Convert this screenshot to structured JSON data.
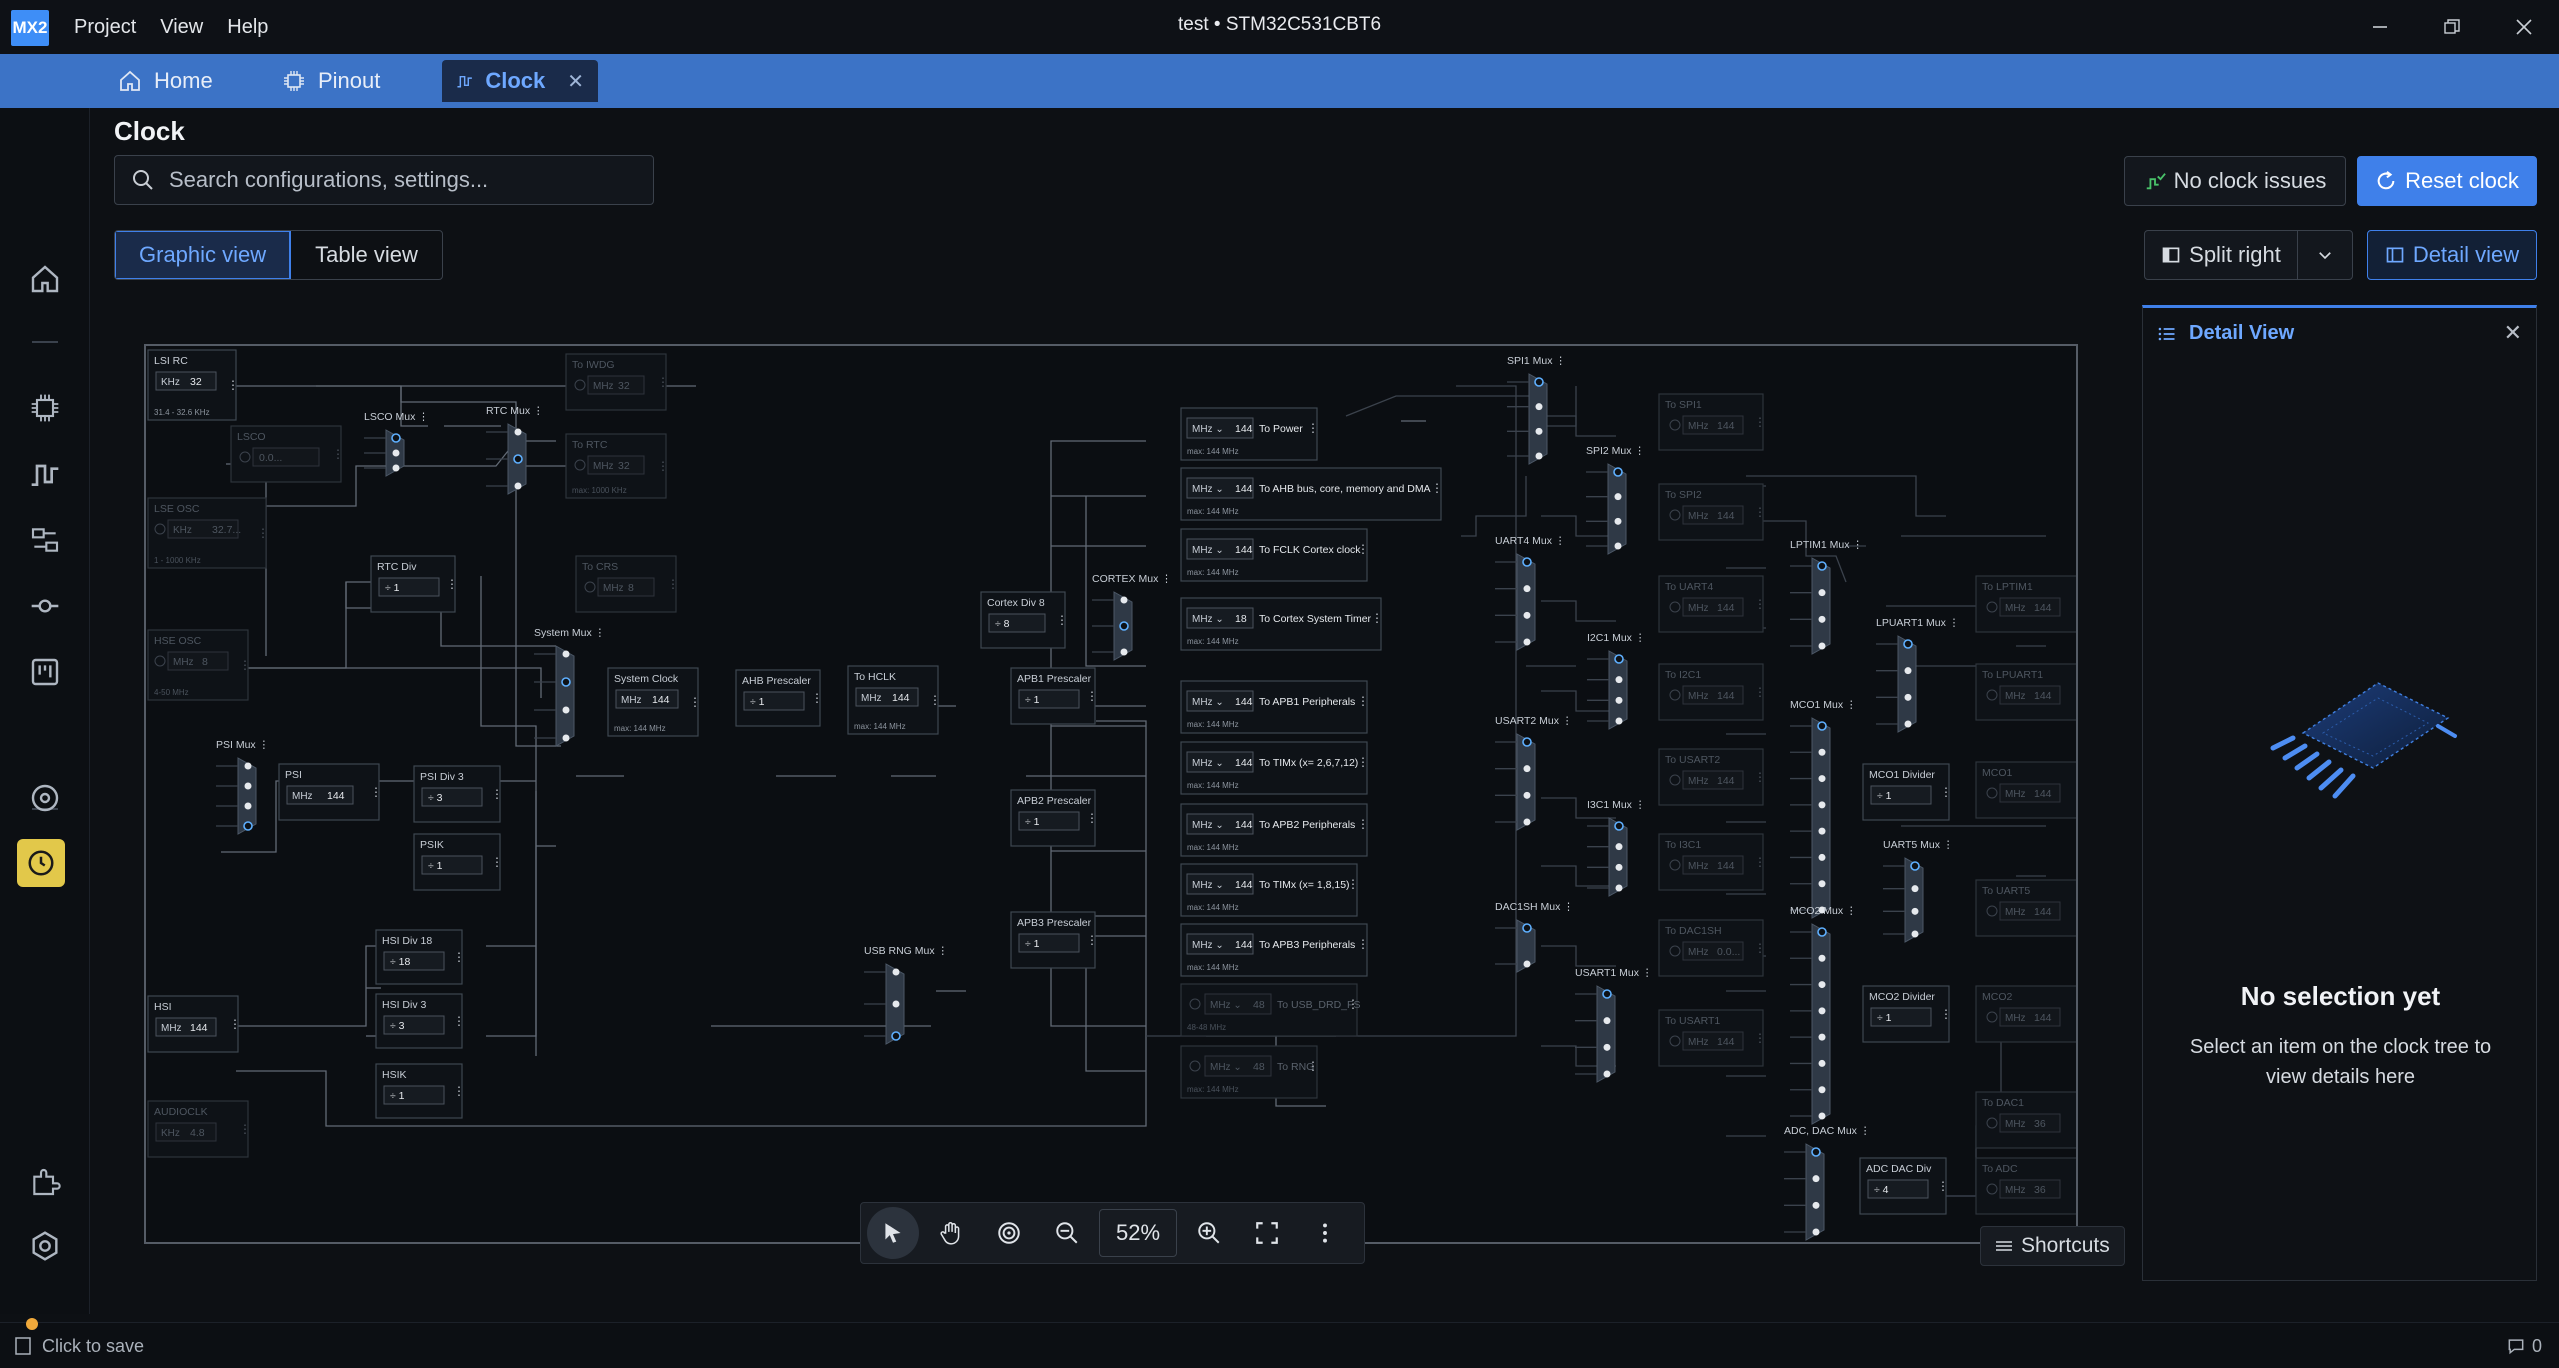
{
  "app": {
    "logo": "MX2",
    "menu": [
      "Project",
      "View",
      "Help"
    ],
    "window_title": "test  •  STM32C531CBT6"
  },
  "tabs": [
    {
      "label": "Home",
      "icon": "home-icon"
    },
    {
      "label": "Pinout",
      "icon": "chip-icon"
    },
    {
      "label": "Clock",
      "icon": "clock-wave-icon",
      "active": true
    }
  ],
  "page": {
    "title": "Clock",
    "search_placeholder": "Search configurations, settings...",
    "no_clock_issues": "No clock issues",
    "reset_clock": "Reset clock",
    "views": [
      "Graphic view",
      "Table view"
    ],
    "active_view": "Graphic view",
    "split_right": "Split right",
    "detail_view": "Detail view"
  },
  "canvas_toolbar": {
    "zoom": "52%",
    "shortcuts": "Shortcuts"
  },
  "detail": {
    "header": "Detail View",
    "empty_title": "No selection yet",
    "empty_text": "Select an item on the clock tree to view details here"
  },
  "status": {
    "save": "Click to save",
    "notifications": "0"
  },
  "clock_tree": {
    "sources": [
      {
        "name": "LSI RC",
        "value": "32",
        "unit": "KHz",
        "note": "31.4 - 32.6 KHz"
      },
      {
        "name": "LSE OSC",
        "value": "32.7...",
        "unit": "KHz",
        "note": "1 - 1000 KHz"
      },
      {
        "name": "HSE OSC",
        "value": "8",
        "unit": "MHz",
        "note": "4-50 MHz"
      },
      {
        "name": "PSI",
        "value": "144",
        "unit": "MHz"
      },
      {
        "name": "HSI",
        "value": "144",
        "unit": "MHz"
      },
      {
        "name": "AUDIOCLK",
        "value": "4.8",
        "unit": "KHz"
      }
    ],
    "blocks": [
      {
        "name": "LSCO",
        "value": "0.0..."
      },
      {
        "name": "RTC Div",
        "value": "÷ 1"
      },
      {
        "name": "PSI Div 3",
        "value": "÷ 3"
      },
      {
        "name": "PSIK",
        "value": "÷ 1"
      },
      {
        "name": "HSI Div 18",
        "value": "÷ 18"
      },
      {
        "name": "HSI Div 3",
        "value": "÷ 3"
      },
      {
        "name": "HSIK",
        "value": "÷ 1"
      },
      {
        "name": "System Clock",
        "value": "144",
        "note": "max: 144 MHz"
      },
      {
        "name": "AHB Prescaler",
        "value": "÷ 1"
      },
      {
        "name": "To HCLK",
        "value": "144",
        "note": "max: 144 MHz"
      },
      {
        "name": "Cortex Div 8",
        "value": "÷ 8"
      },
      {
        "name": "APB1 Prescaler",
        "value": "÷ 1"
      },
      {
        "name": "APB2 Prescaler",
        "value": "÷ 1"
      },
      {
        "name": "APB3 Prescaler",
        "value": "÷ 1"
      },
      {
        "name": "MCO1 Divider",
        "value": "÷ 1"
      },
      {
        "name": "MCO2 Divider",
        "value": "÷ 1"
      },
      {
        "name": "ADC DAC Div",
        "value": "÷ 4"
      }
    ],
    "muxes": [
      "LSCO Mux",
      "RTC Mux",
      "System Mux",
      "PSI Mux",
      "CORTEX Mux",
      "USB RNG Mux",
      "SPI1 Mux",
      "SPI2 Mux",
      "UART4 Mux",
      "I2C1 Mux",
      "USART2 Mux",
      "I3C1 Mux",
      "DAC1SH Mux",
      "USART1 Mux",
      "LPTIM1 Mux",
      "LPUART1 Mux",
      "MCO1 Mux",
      "UART5 Mux",
      "MCO2 Mux",
      "ADC, DAC Mux"
    ],
    "left_outputs": [
      {
        "name": "To IWDG",
        "value": "32"
      },
      {
        "name": "To RTC",
        "value": "32",
        "note": "max: 1000 KHz"
      },
      {
        "name": "To CRS",
        "value": "8"
      }
    ],
    "outputs": [
      {
        "name": "To Power",
        "value": "144",
        "note": "max: 144 MHz"
      },
      {
        "name": "To AHB bus, core, memory and DMA",
        "value": "144",
        "note": "max: 144 MHz"
      },
      {
        "name": "To FCLK Cortex clock",
        "value": "144",
        "note": "max: 144 MHz"
      },
      {
        "name": "To Cortex System Timer",
        "value": "18",
        "note": "max: 144 MHz"
      },
      {
        "name": "To APB1 Peripherals",
        "value": "144",
        "note": "max: 144 MHz"
      },
      {
        "name": "To TIMx (x= 2,6,7,12)",
        "value": "144",
        "note": "max: 144 MHz"
      },
      {
        "name": "To APB2 Peripherals",
        "value": "144",
        "note": "max: 144 MHz"
      },
      {
        "name": "To TIMx (x= 1,8,15)",
        "value": "144",
        "note": "max: 144 MHz"
      },
      {
        "name": "To APB3 Peripherals",
        "value": "144",
        "note": "max: 144 MHz"
      },
      {
        "name": "To USB_DRD_FS",
        "value": "48",
        "note": "48-48 MHz"
      },
      {
        "name": "To RNG",
        "value": "48",
        "note": "max: 144 MHz"
      }
    ],
    "peripherals": [
      {
        "name": "To SPI1",
        "value": "144"
      },
      {
        "name": "To SPI2",
        "value": "144"
      },
      {
        "name": "To UART4",
        "value": "144"
      },
      {
        "name": "To I2C1",
        "value": "144"
      },
      {
        "name": "To USART2",
        "value": "144"
      },
      {
        "name": "To I3C1",
        "value": "144"
      },
      {
        "name": "To DAC1SH",
        "value": "0.0..."
      },
      {
        "name": "To USART1",
        "value": "144"
      },
      {
        "name": "To LPTIM1",
        "value": "144"
      },
      {
        "name": "To LPUART1",
        "value": "144"
      },
      {
        "name": "MCO1",
        "value": "144"
      },
      {
        "name": "To UART5",
        "value": "144"
      },
      {
        "name": "MCO2",
        "value": "144"
      },
      {
        "name": "To DAC1",
        "value": "36"
      },
      {
        "name": "To ADC",
        "value": "36"
      }
    ]
  }
}
